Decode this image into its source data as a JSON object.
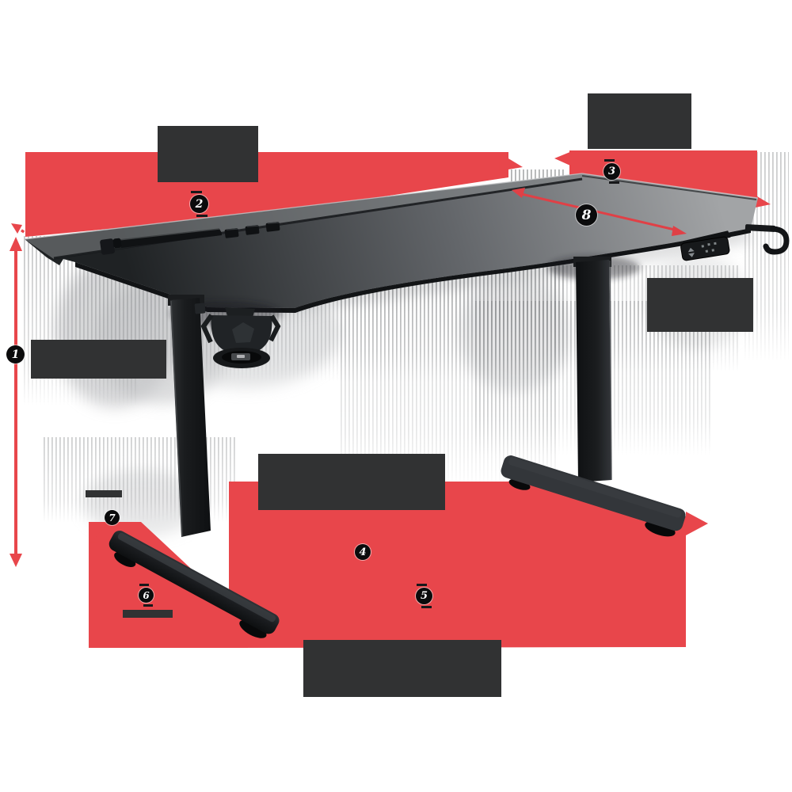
{
  "diagram": {
    "kind": "standing-desk dimension diagram",
    "badges": [
      {
        "n": "1"
      },
      {
        "n": "2"
      },
      {
        "n": "3"
      },
      {
        "n": "4"
      },
      {
        "n": "5"
      },
      {
        "n": "6"
      },
      {
        "n": "7"
      },
      {
        "n": "8"
      }
    ],
    "label_boxes": [
      {
        "id": "top-left",
        "text": ""
      },
      {
        "id": "top-right",
        "text": ""
      },
      {
        "id": "right-side",
        "text": ""
      },
      {
        "id": "height-left",
        "text": ""
      },
      {
        "id": "under-desk",
        "text": ""
      },
      {
        "id": "bottom",
        "text": ""
      },
      {
        "id": "foot-small-upper",
        "text": ""
      },
      {
        "id": "foot-small-lower",
        "text": ""
      }
    ],
    "colors": {
      "accent_red": "#E8464B",
      "accent_red_deep": "#D93A40",
      "label_box": "#313233",
      "badge_bg": "#0B0B0C",
      "badge_text": "#FFFFFF",
      "desk_light": "#9FA1A3",
      "desk_mid": "#63666A",
      "desk_dark": "#1F2224",
      "leg_dark": "#131518",
      "shadow_stripe": "#515457",
      "background": "#FFFFFF"
    }
  }
}
